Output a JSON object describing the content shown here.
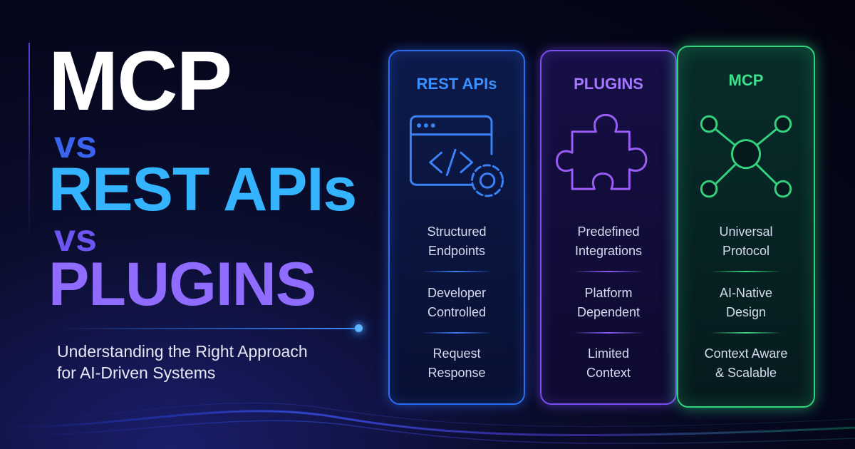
{
  "hero": {
    "line1": "MCP",
    "vs1": "vs",
    "line2": "REST APIs",
    "vs2": "vs",
    "line3": "PLUGINS"
  },
  "subtitle": {
    "line1": "Understanding the Right Approach",
    "line2": "for AI-Driven Systems"
  },
  "cards": [
    {
      "title": "REST APIs",
      "icon": "code-window-gear-icon",
      "accent": "#2d6cf0",
      "features": [
        {
          "line1": "Structured",
          "line2": "Endpoints"
        },
        {
          "line1": "Developer",
          "line2": "Controlled"
        },
        {
          "line1": "Request",
          "line2": "Response"
        }
      ]
    },
    {
      "title": "PLUGINS",
      "icon": "puzzle-piece-icon",
      "accent": "#7a4ef2",
      "features": [
        {
          "line1": "Predefined",
          "line2": "Integrations"
        },
        {
          "line1": "Platform",
          "line2": "Dependent"
        },
        {
          "line1": "Limited",
          "line2": "Context"
        }
      ]
    },
    {
      "title": "MCP",
      "icon": "network-hub-icon",
      "accent": "#2fd37a",
      "features": [
        {
          "line1": "Universal",
          "line2": "Protocol"
        },
        {
          "line1": "AI-Native",
          "line2": "Design"
        },
        {
          "line1": "Context Aware",
          "line2": "& Scalable"
        }
      ]
    }
  ]
}
